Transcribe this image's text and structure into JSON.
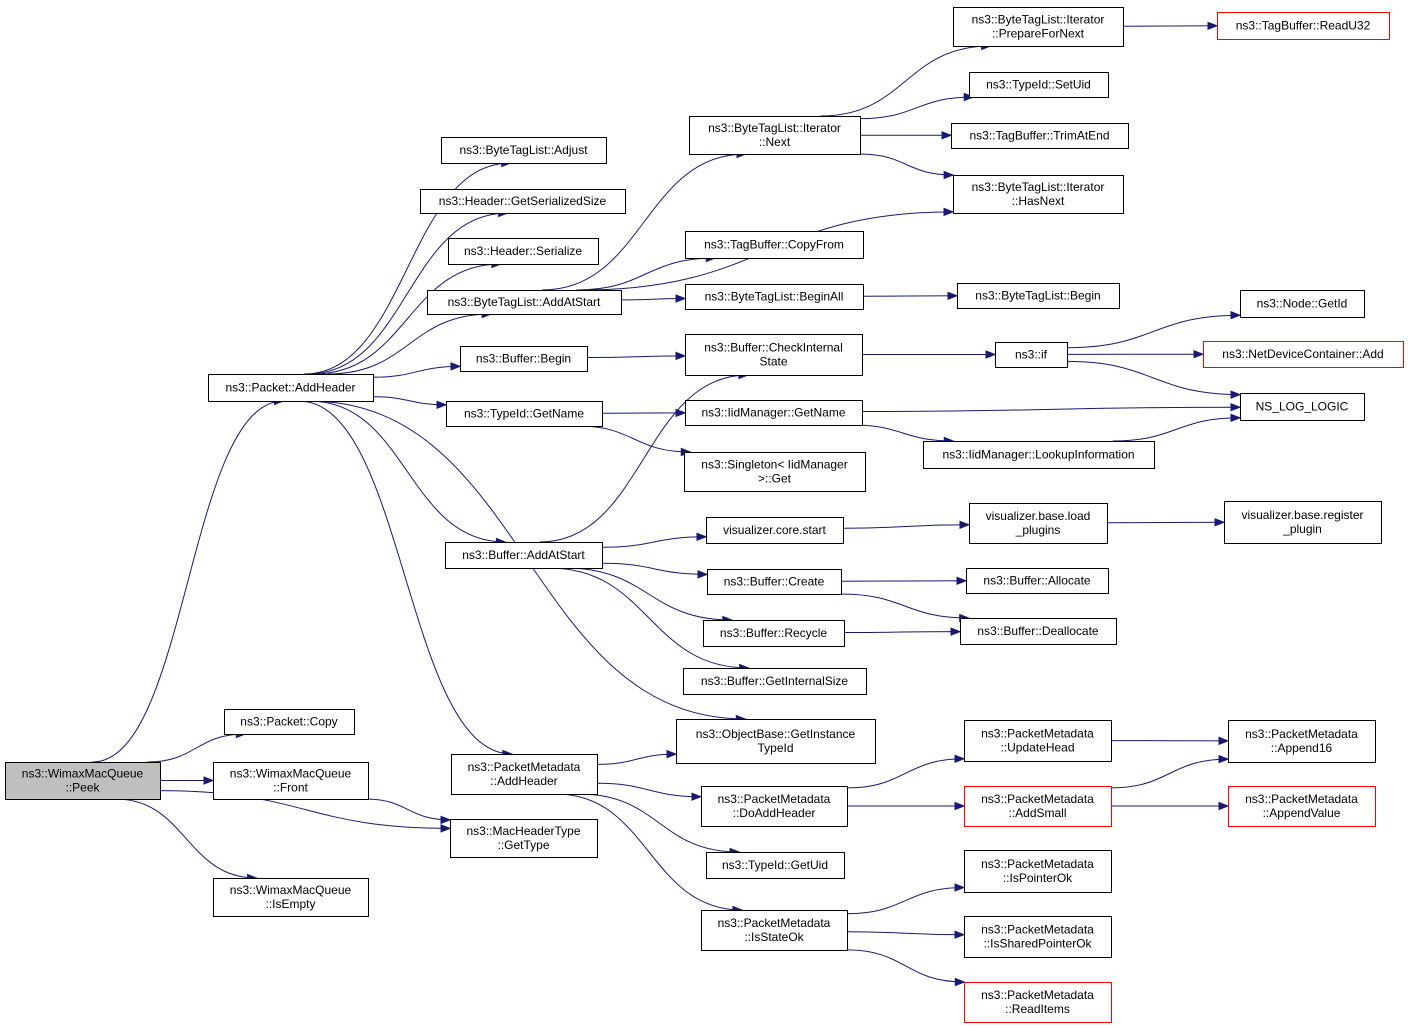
{
  "colors": {
    "edge": "#191970",
    "root_fill": "#bfbfbf",
    "truncated_border": "#ff0000",
    "border": "#000000"
  },
  "nodes": [
    {
      "id": "peek",
      "lines": [
        "ns3::WimaxMacQueue",
        "::Peek"
      ],
      "root": true
    },
    {
      "id": "addheader",
      "lines": [
        "ns3::Packet::AddHeader"
      ]
    },
    {
      "id": "copy",
      "lines": [
        "ns3::Packet::Copy"
      ]
    },
    {
      "id": "front",
      "lines": [
        "ns3::WimaxMacQueue",
        "::Front"
      ]
    },
    {
      "id": "gettype",
      "lines": [
        "ns3::MacHeaderType",
        "::GetType"
      ]
    },
    {
      "id": "isempty",
      "lines": [
        "ns3::WimaxMacQueue",
        "::IsEmpty"
      ]
    },
    {
      "id": "btladjust",
      "lines": [
        "ns3::ByteTagList::Adjust"
      ]
    },
    {
      "id": "getsersize",
      "lines": [
        "ns3::Header::GetSerializedSize"
      ]
    },
    {
      "id": "serialize",
      "lines": [
        "ns3::Header::Serialize"
      ]
    },
    {
      "id": "btladdatstart",
      "lines": [
        "ns3::ByteTagList::AddAtStart"
      ]
    },
    {
      "id": "bufbegin",
      "lines": [
        "ns3::Buffer::Begin"
      ]
    },
    {
      "id": "getname",
      "lines": [
        "ns3::TypeId::GetName"
      ]
    },
    {
      "id": "bufaddatstart",
      "lines": [
        "ns3::Buffer::AddAtStart"
      ]
    },
    {
      "id": "pmaddheader",
      "lines": [
        "ns3::PacketMetadata",
        "::AddHeader"
      ]
    },
    {
      "id": "itnext",
      "lines": [
        "ns3::ByteTagList::Iterator",
        "::Next"
      ]
    },
    {
      "id": "tbcopyfrom",
      "lines": [
        "ns3::TagBuffer::CopyFrom"
      ]
    },
    {
      "id": "btlbeginall",
      "lines": [
        "ns3::ByteTagList::BeginAll"
      ]
    },
    {
      "id": "checkinternal",
      "lines": [
        "ns3::Buffer::CheckInternal",
        "State"
      ]
    },
    {
      "id": "iidgetname",
      "lines": [
        "ns3::IidManager::GetName"
      ]
    },
    {
      "id": "singletonget",
      "lines": [
        "ns3::Singleton< IidManager",
        ">::Get"
      ]
    },
    {
      "id": "vizcorestart",
      "lines": [
        "visualizer.core.start"
      ]
    },
    {
      "id": "bufcreate",
      "lines": [
        "ns3::Buffer::Create"
      ]
    },
    {
      "id": "bufrecycle",
      "lines": [
        "ns3::Buffer::Recycle"
      ]
    },
    {
      "id": "bufgetinternal",
      "lines": [
        "ns3::Buffer::GetInternalSize"
      ]
    },
    {
      "id": "getinstancetypeid",
      "lines": [
        "ns3::ObjectBase::GetInstance",
        "TypeId"
      ]
    },
    {
      "id": "doaddheader",
      "lines": [
        "ns3::PacketMetadata",
        "::DoAddHeader"
      ]
    },
    {
      "id": "getuid",
      "lines": [
        "ns3::TypeId::GetUid"
      ]
    },
    {
      "id": "isstateok",
      "lines": [
        "ns3::PacketMetadata",
        "::IsStateOk"
      ]
    },
    {
      "id": "preparefornext",
      "lines": [
        "ns3::ByteTagList::Iterator",
        "::PrepareForNext"
      ]
    },
    {
      "id": "setuid",
      "lines": [
        "ns3::TypeId::SetUid"
      ]
    },
    {
      "id": "trimatend",
      "lines": [
        "ns3::TagBuffer::TrimAtEnd"
      ]
    },
    {
      "id": "hasnext",
      "lines": [
        "ns3::ByteTagList::Iterator",
        "::HasNext"
      ]
    },
    {
      "id": "btlbegin",
      "lines": [
        "ns3::ByteTagList::Begin"
      ]
    },
    {
      "id": "nsif",
      "lines": [
        "ns3::if"
      ]
    },
    {
      "id": "lookupinfo",
      "lines": [
        "ns3::IidManager::LookupInformation"
      ]
    },
    {
      "id": "loadplugins",
      "lines": [
        "visualizer.base.load",
        "_plugins"
      ]
    },
    {
      "id": "bufallocate",
      "lines": [
        "ns3::Buffer::Allocate"
      ]
    },
    {
      "id": "bufdeallocate",
      "lines": [
        "ns3::Buffer::Deallocate"
      ]
    },
    {
      "id": "updatehead",
      "lines": [
        "ns3::PacketMetadata",
        "::UpdateHead"
      ]
    },
    {
      "id": "addsmall",
      "lines": [
        "ns3::PacketMetadata",
        "::AddSmall"
      ],
      "truncated": true
    },
    {
      "id": "ispointerok",
      "lines": [
        "ns3::PacketMetadata",
        "::IsPointerOk"
      ]
    },
    {
      "id": "issharedpointerok",
      "lines": [
        "ns3::PacketMetadata",
        "::IsSharedPointerOk"
      ]
    },
    {
      "id": "readitems",
      "lines": [
        "ns3::PacketMetadata",
        "::ReadItems"
      ],
      "truncated": true
    },
    {
      "id": "readu32",
      "lines": [
        "ns3::TagBuffer::ReadU32"
      ],
      "truncated": true
    },
    {
      "id": "nodegetid",
      "lines": [
        "ns3::Node::GetId"
      ]
    },
    {
      "id": "ndcadd",
      "lines": [
        "ns3::NetDeviceContainer::Add"
      ],
      "truncated": true
    },
    {
      "id": "nsloglogic",
      "lines": [
        "NS_LOG_LOGIC"
      ]
    },
    {
      "id": "registerplugin",
      "lines": [
        "visualizer.base.register",
        "_plugin"
      ]
    },
    {
      "id": "append16",
      "lines": [
        "ns3::PacketMetadata",
        "::Append16"
      ]
    },
    {
      "id": "appendvalue",
      "lines": [
        "ns3::PacketMetadata",
        "::AppendValue"
      ],
      "truncated": true
    }
  ],
  "edges": [
    [
      "peek",
      "addheader"
    ],
    [
      "peek",
      "copy"
    ],
    [
      "peek",
      "front"
    ],
    [
      "peek",
      "gettype"
    ],
    [
      "peek",
      "isempty"
    ],
    [
      "front",
      "gettype"
    ],
    [
      "addheader",
      "btladjust"
    ],
    [
      "addheader",
      "getsersize"
    ],
    [
      "addheader",
      "serialize"
    ],
    [
      "addheader",
      "btladdatstart"
    ],
    [
      "addheader",
      "bufbegin"
    ],
    [
      "addheader",
      "getname"
    ],
    [
      "addheader",
      "bufaddatstart"
    ],
    [
      "addheader",
      "pmaddheader"
    ],
    [
      "addheader",
      "getinstancetypeid"
    ],
    [
      "btladdatstart",
      "itnext"
    ],
    [
      "btladdatstart",
      "hasnext"
    ],
    [
      "btladdatstart",
      "tbcopyfrom"
    ],
    [
      "btladdatstart",
      "btlbeginall"
    ],
    [
      "itnext",
      "preparefornext"
    ],
    [
      "itnext",
      "setuid"
    ],
    [
      "itnext",
      "trimatend"
    ],
    [
      "itnext",
      "hasnext"
    ],
    [
      "preparefornext",
      "readu32"
    ],
    [
      "btlbeginall",
      "btlbegin"
    ],
    [
      "bufbegin",
      "checkinternal"
    ],
    [
      "checkinternal",
      "nsif"
    ],
    [
      "nsif",
      "nodegetid"
    ],
    [
      "nsif",
      "ndcadd"
    ],
    [
      "nsif",
      "nsloglogic"
    ],
    [
      "getname",
      "iidgetname"
    ],
    [
      "getname",
      "singletonget"
    ],
    [
      "iidgetname",
      "nsloglogic"
    ],
    [
      "iidgetname",
      "lookupinfo"
    ],
    [
      "lookupinfo",
      "nsloglogic"
    ],
    [
      "bufaddatstart",
      "checkinternal"
    ],
    [
      "bufaddatstart",
      "vizcorestart"
    ],
    [
      "bufaddatstart",
      "bufcreate"
    ],
    [
      "bufaddatstart",
      "bufrecycle"
    ],
    [
      "bufaddatstart",
      "bufgetinternal"
    ],
    [
      "vizcorestart",
      "loadplugins"
    ],
    [
      "loadplugins",
      "registerplugin"
    ],
    [
      "bufcreate",
      "bufallocate"
    ],
    [
      "bufcreate",
      "bufdeallocate"
    ],
    [
      "bufrecycle",
      "bufdeallocate"
    ],
    [
      "pmaddheader",
      "getinstancetypeid"
    ],
    [
      "pmaddheader",
      "doaddheader"
    ],
    [
      "pmaddheader",
      "getuid"
    ],
    [
      "pmaddheader",
      "isstateok"
    ],
    [
      "doaddheader",
      "updatehead"
    ],
    [
      "doaddheader",
      "addsmall"
    ],
    [
      "updatehead",
      "append16"
    ],
    [
      "addsmall",
      "append16"
    ],
    [
      "addsmall",
      "appendvalue"
    ],
    [
      "isstateok",
      "ispointerok"
    ],
    [
      "isstateok",
      "issharedpointerok"
    ],
    [
      "isstateok",
      "readitems"
    ]
  ]
}
